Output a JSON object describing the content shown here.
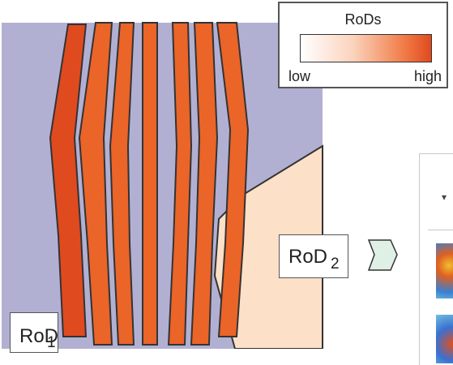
{
  "legend": {
    "title": "RoDs",
    "low_label": "low",
    "high_label": "high"
  },
  "labels": {
    "rod1": {
      "main": "RoD",
      "sub": "1"
    },
    "rod2": {
      "main": "RoD",
      "sub": "2"
    }
  },
  "colors": {
    "background_map": "#b2b0d2",
    "rod1_fill": "#e04a1f",
    "stripe_fill": "#eb6428",
    "rod2_fill": "#fde0c8",
    "outline": "#333333",
    "arrow_fill": "#dff0e6",
    "legend_low": "#ffffff",
    "legend_high": "#e04a1f"
  },
  "icons": {
    "arrow": "chevron-right-icon",
    "dropdown": "caret-down-icon"
  }
}
